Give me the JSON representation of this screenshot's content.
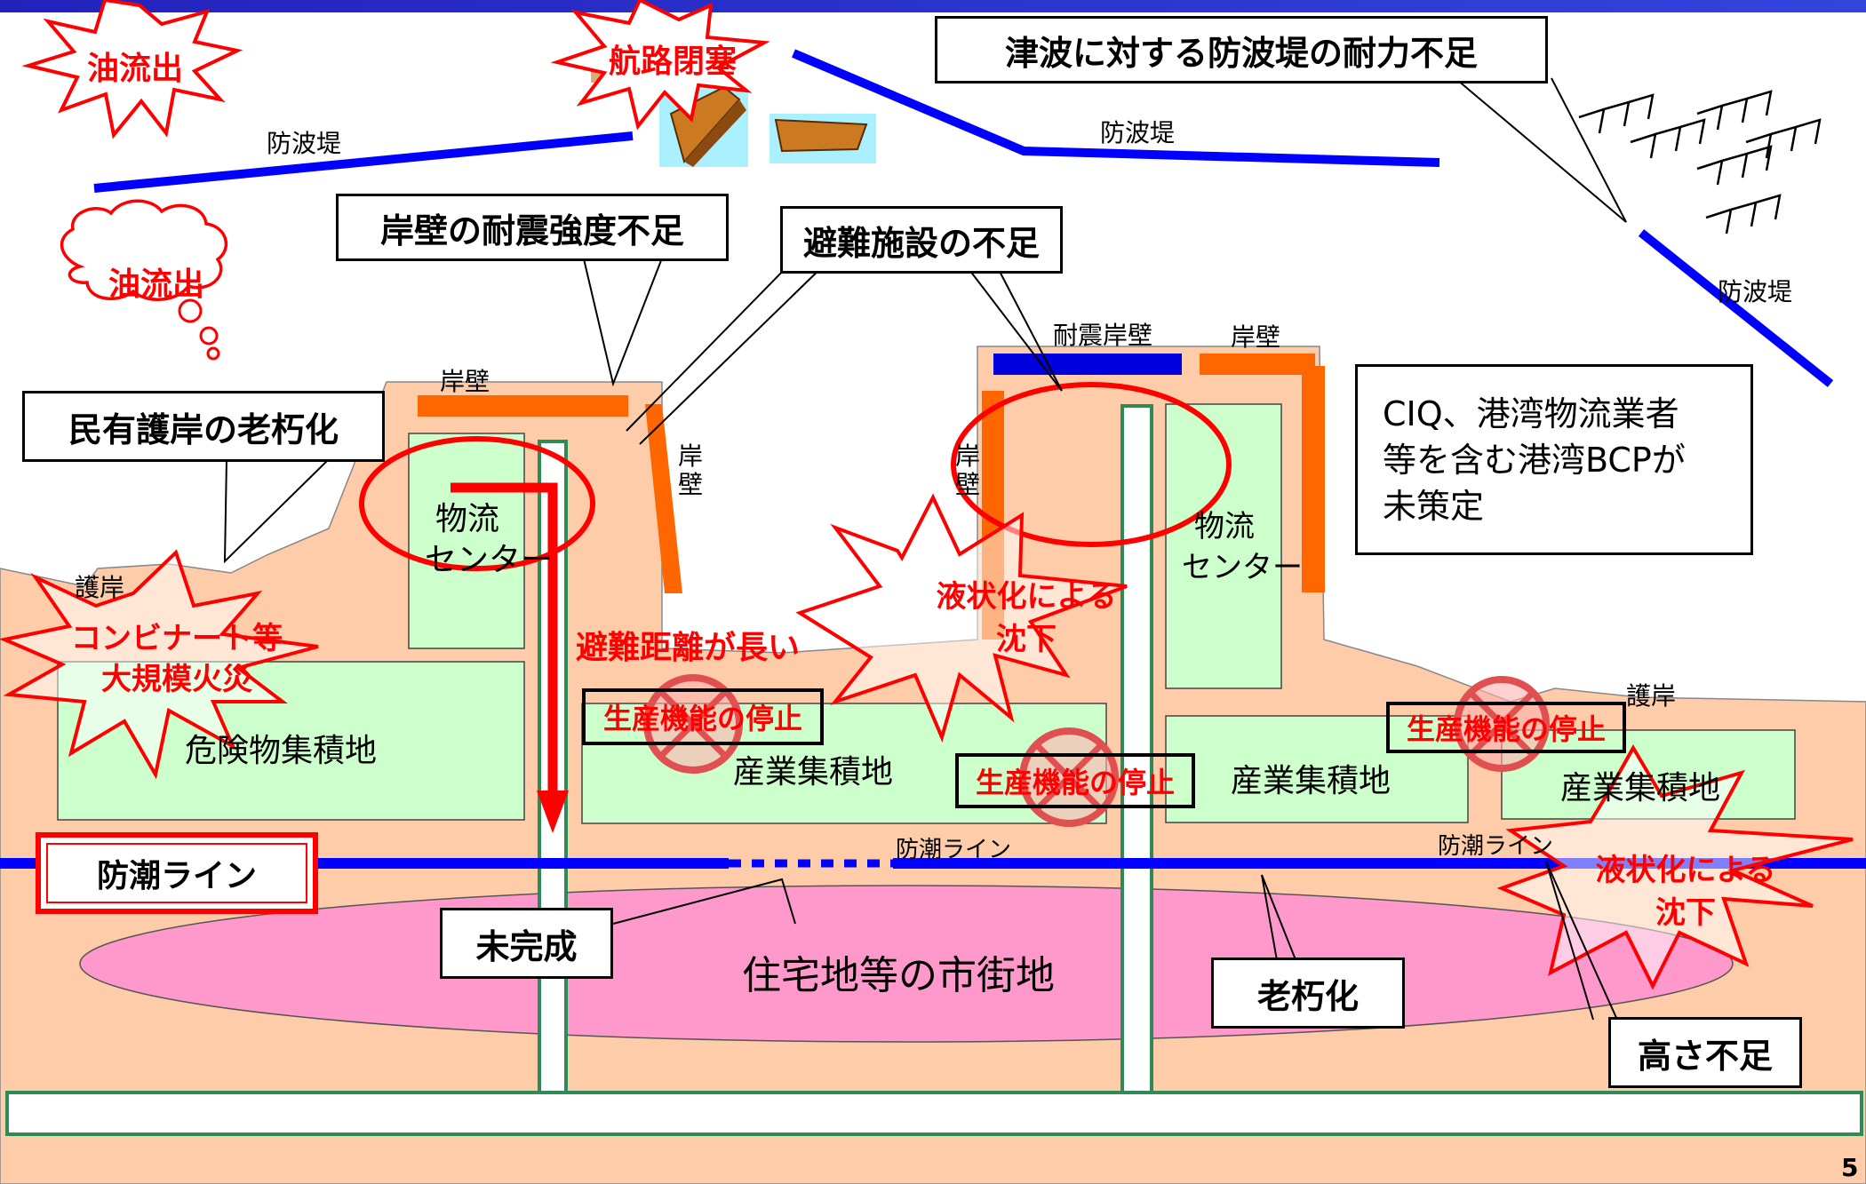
{
  "title_bar": {
    "color": "#3333cc"
  },
  "colors": {
    "land": "#ffccaa",
    "zone": "#ccffcc",
    "residential": "#ff99cc",
    "breakwater": "#0000ff",
    "quay": "#ff6600",
    "alert": "#ff0000",
    "route": "#2e8b57"
  },
  "labels": {
    "breakwater_left": "防波堤",
    "breakwater_center": "防波堤",
    "breakwater_right": "防波堤",
    "quay_left_top": "岸壁",
    "quay_left_side": "岸\n壁",
    "quay_center_side": "岸\n壁",
    "quake_quay": "耐震岸壁",
    "quay_right_top": "岸壁",
    "revetment_left": "護岸",
    "revetment_right": "護岸",
    "logistics_left": "物流\nセンター",
    "logistics_right": "物流\nセンター",
    "hazard_zone": "危険物集積地",
    "industrial_1": "産業集積地",
    "industrial_2": "産業集積地",
    "industrial_3": "産業集積地",
    "residential": "住宅地等の市街地",
    "tide_line_1": "防潮ライン",
    "tide_line_2": "防潮ライン",
    "page_number": "5"
  },
  "callouts": {
    "tsunami_breakwater": "津波に対する防波堤の耐力不足",
    "quay_seismic": "岸壁の耐震強度不足",
    "evac_facility": "避難施設の不足",
    "private_revetment": "民有護岸の老朽化",
    "bcp": "CIQ、港湾物流業者\n等を含む港湾BCPが\n未策定",
    "tide_line_box": "防潮ライン",
    "incomplete": "未完成",
    "aging": "老朽化",
    "height_short": "高さ不足"
  },
  "alerts": {
    "oil_spill_1": "油流出",
    "channel_block": "航路閉塞",
    "oil_spill_2": "油流出",
    "kombinat_fire": "コンビナート等\n大規模火災",
    "liquefaction_1": "液状化による\n沈下",
    "liquefaction_2": "液状化による\n沈下",
    "evac_distance": "避難距離が長い",
    "prod_stop_1": "生産機能の停止",
    "prod_stop_2": "生産機能の停止",
    "prod_stop_3": "生産機能の停止"
  }
}
